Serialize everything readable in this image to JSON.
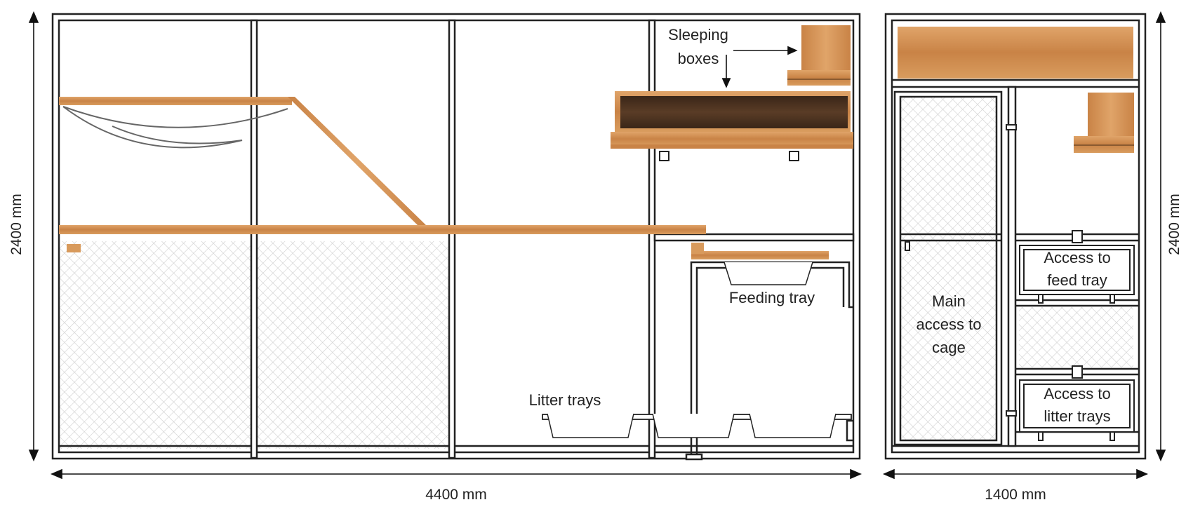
{
  "dimensions": {
    "front_width": "4400 mm",
    "side_width": "1400 mm",
    "left_height": "2400 mm",
    "right_height": "2400 mm"
  },
  "labels": {
    "sleeping_line1": "Sleeping",
    "sleeping_line2": "boxes",
    "feeding_tray": "Feeding tray",
    "litter_trays": "Litter trays",
    "main_access_line1": "Main",
    "main_access_line2": "access to",
    "main_access_line3": "cage",
    "feed_access_line1": "Access to",
    "feed_access_line2": "feed tray",
    "litter_access_line1": "Access to",
    "litter_access_line2": "litter trays"
  },
  "colors": {
    "frame": "#222222",
    "wood_light": "#d89a5c",
    "wood_mid": "#c98346",
    "wood_dark": "#4a3322",
    "mesh": "#c8c8c8"
  }
}
